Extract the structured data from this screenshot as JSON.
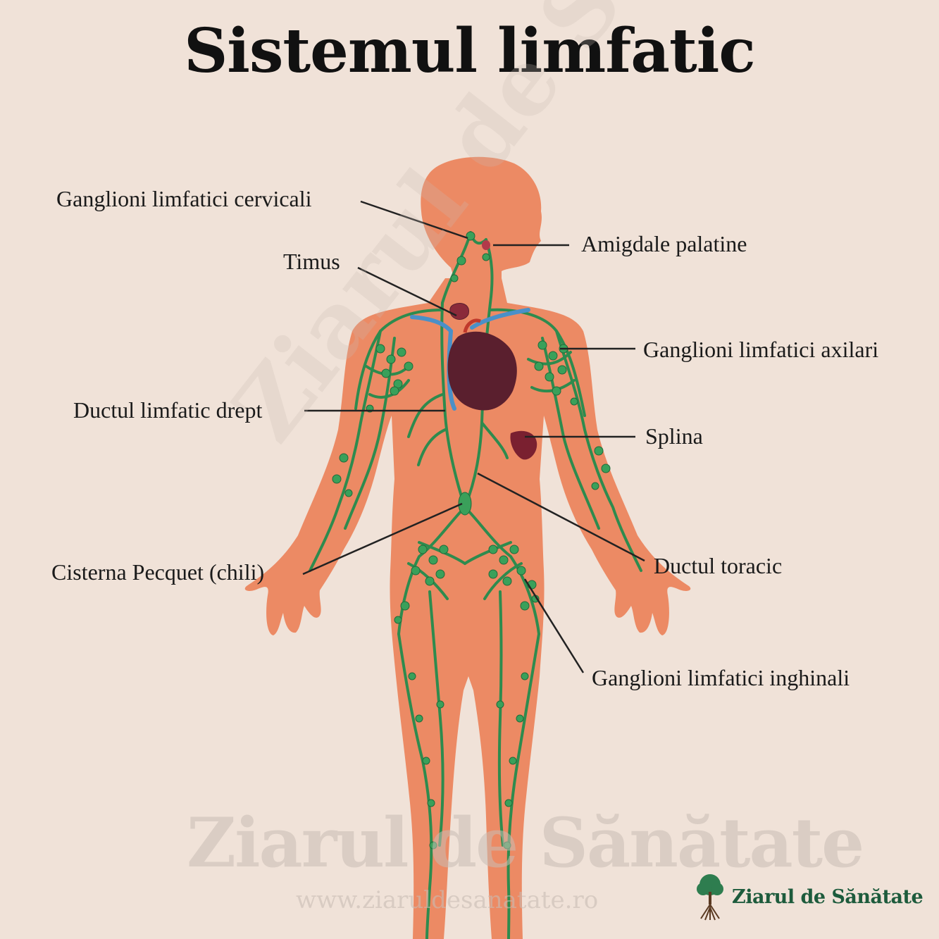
{
  "title": "Sistemul limfatic",
  "labels": {
    "cervical": "Ganglioni limfatici cervicali",
    "timus": "Timus",
    "drept": "Ductul limfatic drept",
    "cisterna": "Cisterna Pecquet (chili)",
    "amigdale": "Amigdale palatine",
    "axilari": "Ganglioni limfatici axilari",
    "splina": "Splina",
    "toracic": "Ductul toracic",
    "inghinali": "Ganglioni limfatici inghinali"
  },
  "watermark": {
    "brand": "Ziarul de Sănătate",
    "url": "www.ziaruldesanatate.ro"
  },
  "logo": {
    "text": "Ziarul de Sănătate"
  },
  "colors": {
    "background": "#f0e2d8",
    "body": "#ec8a64",
    "lymph": "#2e8b4e",
    "heart": "#5a1f2e",
    "vessel": "#4a90c8"
  }
}
